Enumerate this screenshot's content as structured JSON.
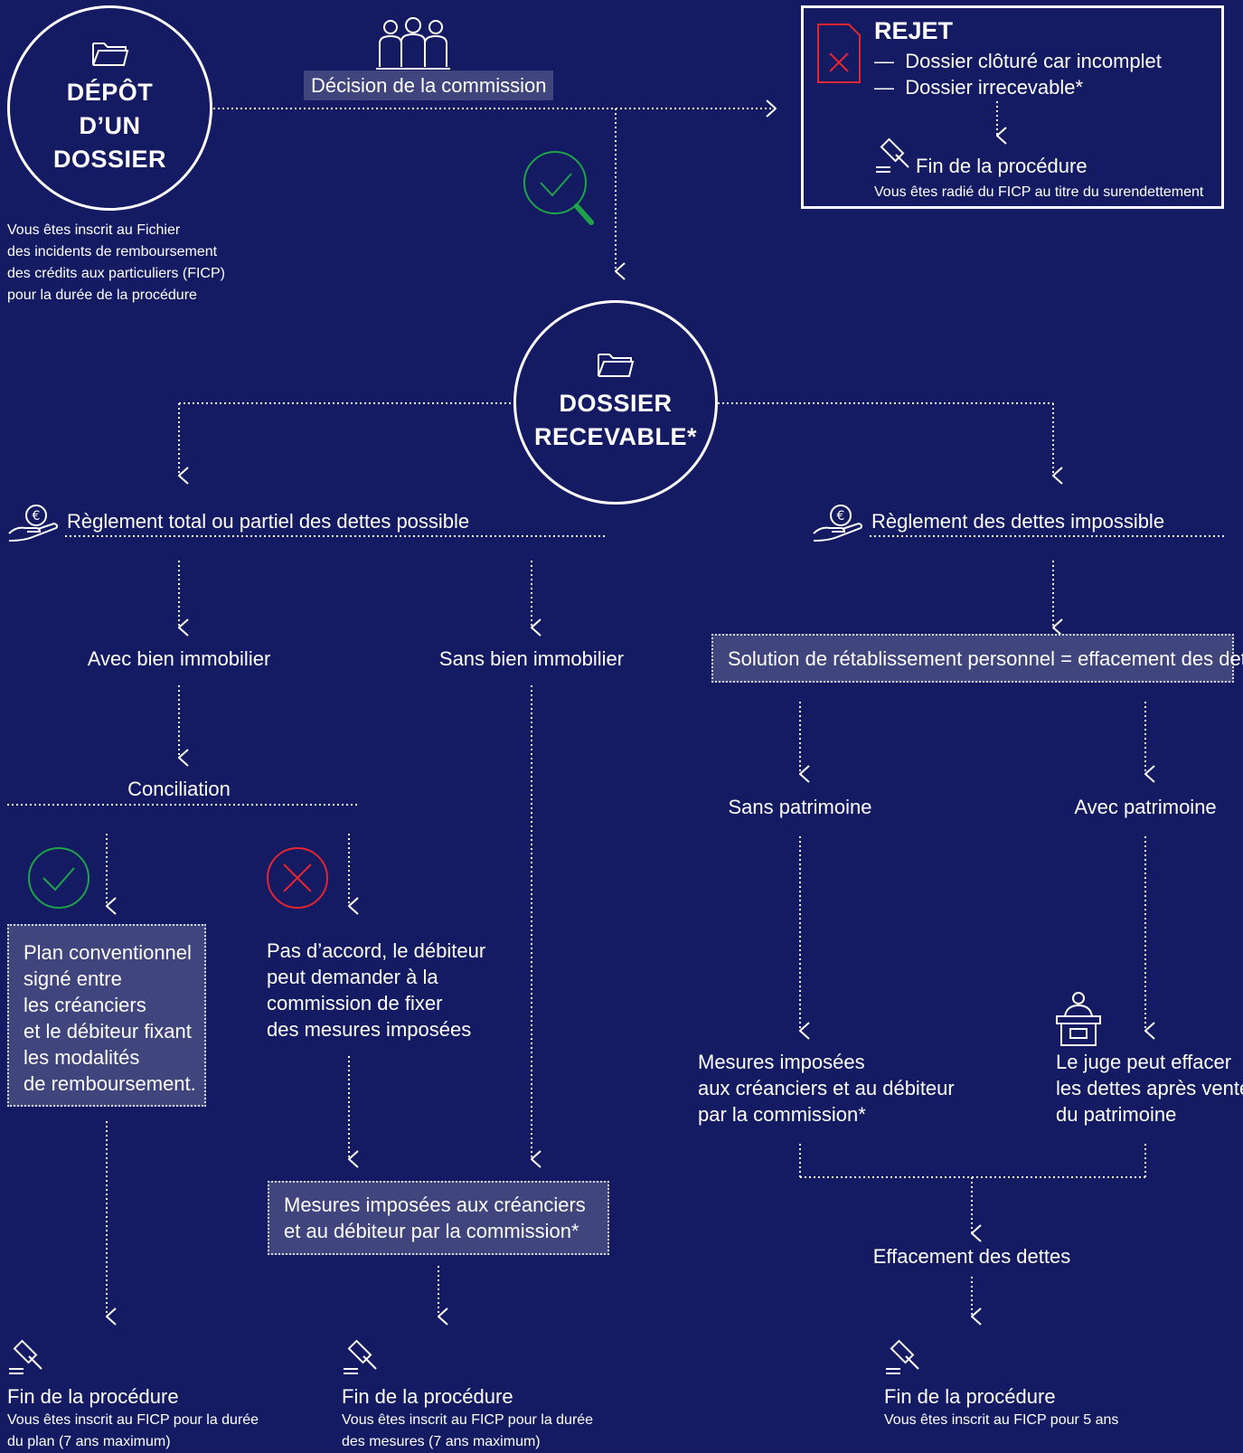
{
  "depot": {
    "lines": [
      "DÉPÔT",
      "D’UN",
      "DOSSIER"
    ],
    "note": [
      "Vous êtes inscrit au Fichier",
      "des incidents de remboursement",
      "des crédits aux particuliers (FICP)",
      "pour la durée de la procédure"
    ]
  },
  "commission": {
    "label": "Décision de la commission"
  },
  "rejet": {
    "title": "REJET",
    "items": [
      "Dossier clôturé car incomplet",
      "Dossier irrecevable*"
    ],
    "end_title": "Fin de la procédure",
    "end_note": "Vous êtes radié du FICP au titre du surendettement"
  },
  "recevable": {
    "lines": [
      "DOSSIER",
      "RECEVABLE*"
    ]
  },
  "left_branch": {
    "title": "Règlement total ou partiel des dettes possible",
    "avec_bien": "Avec bien immobilier",
    "sans_bien": "Sans bien immobilier",
    "conciliation": "Conciliation",
    "plan": [
      "Plan conventionnel",
      "signé entre",
      "les créanciers",
      "et le débiteur fixant",
      "les modalités",
      "de remboursement."
    ],
    "pas_accord": [
      "Pas d’accord, le débiteur",
      "peut demander à la",
      "commission de fixer",
      "des mesures imposées"
    ],
    "mesures": [
      "Mesures imposées aux créanciers",
      "et au débiteur par la commission*"
    ]
  },
  "right_branch": {
    "title": "Règlement des dettes impossible",
    "solution": "Solution de rétablissement personnel = effacement des dettes",
    "sans_patrimoine": "Sans patrimoine",
    "avec_patrimoine": "Avec patrimoine",
    "mesures": [
      "Mesures imposées",
      "aux créanciers et au débiteur",
      "par la commission*"
    ],
    "juge": [
      "Le juge peut effacer",
      "les dettes après vente",
      "du patrimoine"
    ],
    "effacement": "Effacement des dettes"
  },
  "ends": [
    {
      "title": "Fin de la procédure",
      "note": [
        "Vous êtes inscrit au FICP pour la durée",
        "du plan (7 ans maximum)"
      ]
    },
    {
      "title": "Fin de la procédure",
      "note": [
        "Vous êtes inscrit au FICP pour la durée",
        "des mesures (7 ans maximum)"
      ]
    },
    {
      "title": "Fin de la procédure",
      "note": [
        "Vous êtes inscrit au FICP pour 5 ans"
      ]
    }
  ],
  "colors": {
    "background": "#141b62",
    "accent_box": "#40457d",
    "success": "#1fa34a",
    "error": "#e3262f"
  },
  "icons": [
    "folder-icon",
    "people-icon",
    "check-magnifier-icon",
    "rejected-document-icon",
    "gavel-icon",
    "hand-euro-icon",
    "check-circle-icon",
    "cross-circle-icon",
    "judge-icon"
  ]
}
